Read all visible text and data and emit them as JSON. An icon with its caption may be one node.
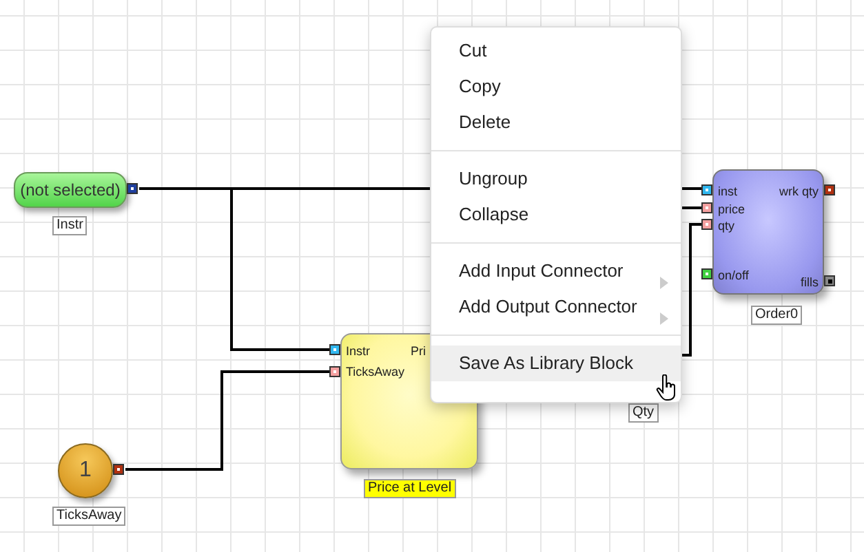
{
  "diagram": {
    "nodes": [
      {
        "text": [
          "(not selected)"
        ],
        "beside": [
          "Instr"
        ]
      },
      {
        "text": [
          "1"
        ],
        "beside": [
          "TicksAway"
        ]
      },
      {
        "text": [
          "Instr",
          "TicksAway",
          "Pri"
        ],
        "beside": [
          "Price at Level"
        ]
      },
      {
        "text": [
          "inst",
          "price",
          "qty",
          "on/off",
          "wrk qty",
          "fills"
        ],
        "beside": [
          "Order0"
        ]
      }
    ],
    "edges": [
      {
        "from": 0,
        "to": 2,
        "arrow": "none"
      },
      {
        "from": 0,
        "to": 3,
        "arrow": "none"
      },
      {
        "from": 1,
        "to": 2,
        "arrow": "none"
      },
      {
        "from": null,
        "to": 3,
        "arrow": "none"
      },
      {
        "from": 2,
        "to": 3,
        "arrow": "none"
      }
    ],
    "labels": [
      "Cut",
      "Copy",
      "Delete",
      "Ungroup",
      "Collapse",
      "Add Input Connector",
      "Add Output Connector",
      "Save As Library Block",
      "Qty"
    ]
  }
}
